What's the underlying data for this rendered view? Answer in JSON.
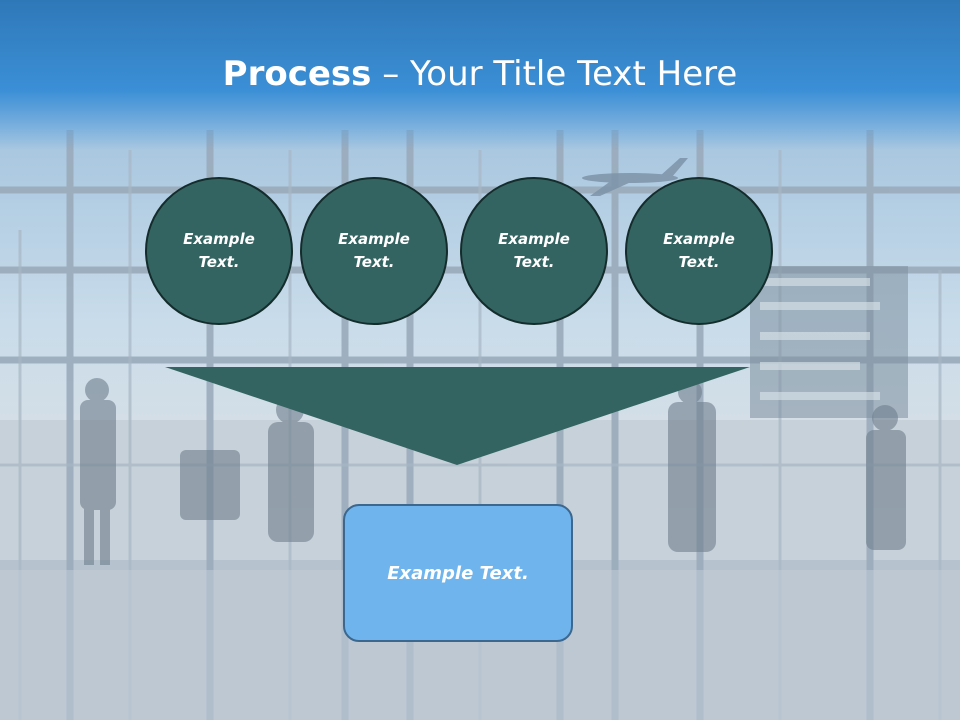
{
  "slide": {
    "title_strong": "Process",
    "title_separator": " – ",
    "title_rest": "Your Title Text Here"
  },
  "steps": [
    {
      "label": "Example Text."
    },
    {
      "label": "Example Text."
    },
    {
      "label": "Example Text."
    },
    {
      "label": "Example Text."
    }
  ],
  "result": {
    "label": "Example Text."
  },
  "colors": {
    "title_bar": "#3b8fd6",
    "circle_fill": "#336461",
    "funnel_fill": "#336461",
    "result_fill": "#6fb4ec"
  }
}
